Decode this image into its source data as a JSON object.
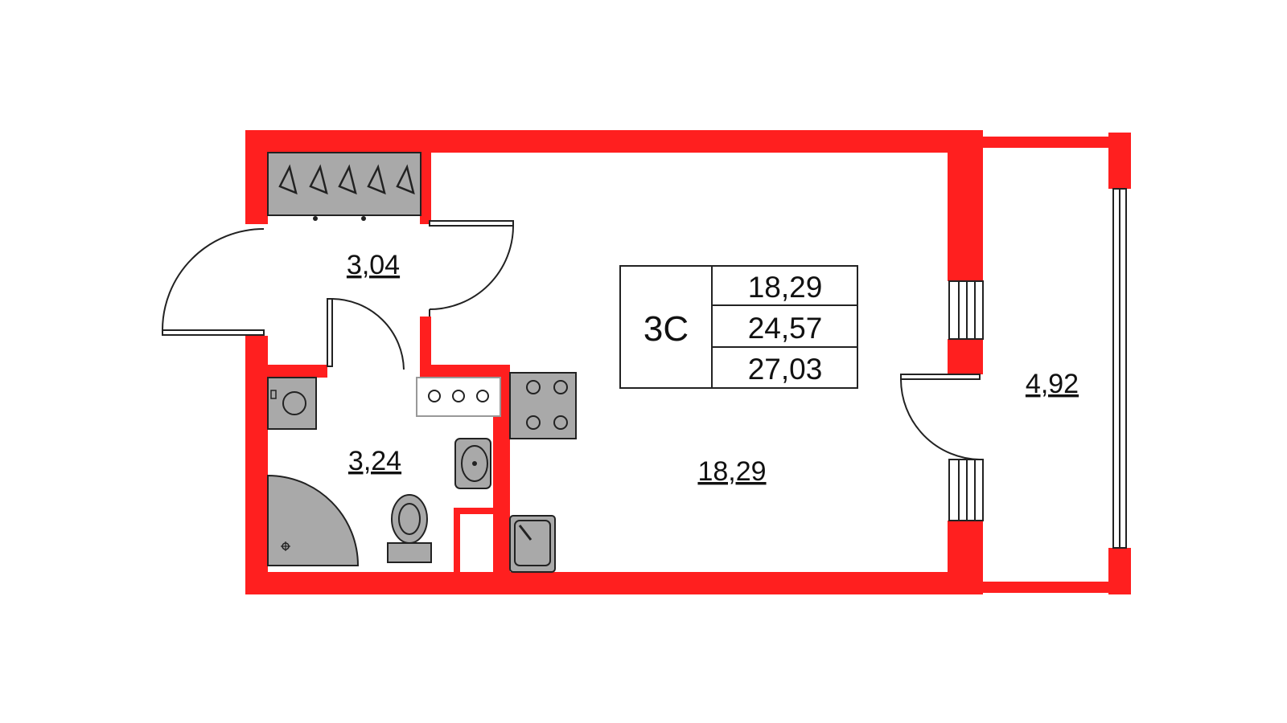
{
  "plan": {
    "type_label": "3С",
    "areas": {
      "living": "18,29",
      "total": "24,57",
      "total_with_balcony": "27,03"
    },
    "rooms": {
      "hallway": "3,04",
      "bathroom": "3,24",
      "studio": "18,29",
      "balcony": "4,92"
    },
    "colors": {
      "wall": "#ff1f1f",
      "fixture": "#a9a9a9",
      "line": "#222222"
    }
  }
}
